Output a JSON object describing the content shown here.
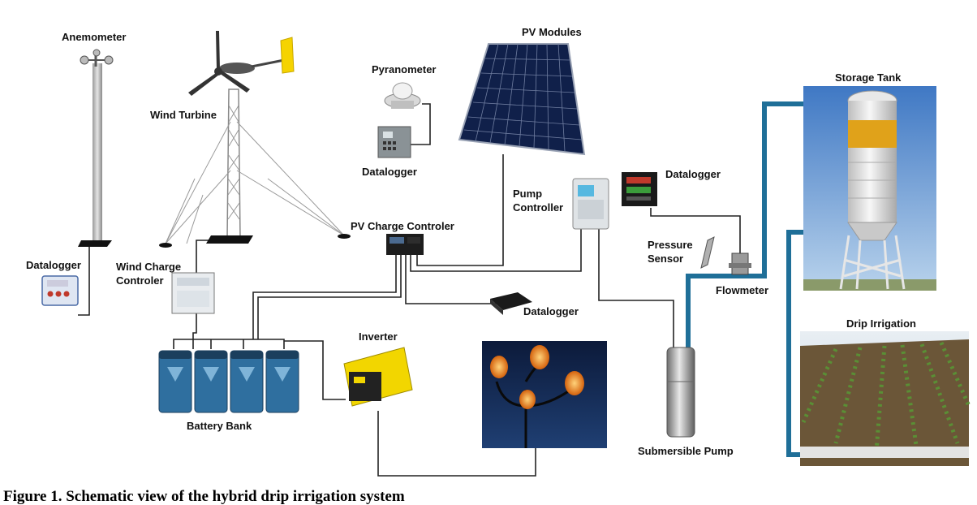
{
  "labels": {
    "anemometer": "Anemometer",
    "wind_turbine": "Wind Turbine",
    "datalogger_pyranometer": "Datalogger",
    "pyranometer": "Pyranometer",
    "pv_modules": "PV Modules",
    "storage_tank": "Storage Tank",
    "datalogger_wind": "Datalogger",
    "wind_charge_controller_line1": "Wind Charge",
    "wind_charge_controller_line2": "Controler",
    "pv_charge_controller": "PV Charge Controler",
    "pump_controller_line1": "Pump",
    "pump_controller_line2": "Controller",
    "datalogger_pump": "Datalogger",
    "pressure_sensor_line1": "Pressure",
    "pressure_sensor_line2": "Sensor",
    "flowmeter": "Flowmeter",
    "datalogger_pv": "Datalogger",
    "inverter": "Inverter",
    "battery_bank": "Battery Bank",
    "drip_irrigation": "Drip Irrigation",
    "submersible_pump": "Submersible Pump"
  },
  "caption": "Figure 1. Schematic view of the hybrid drip irrigation system",
  "colors": {
    "pipe": "#1f6f98",
    "wire": "#222222",
    "battery": "#2f6f9f",
    "inverter": "#f2d600",
    "turbine_tail": "#f5d300",
    "tank_band": "#e0a21a",
    "sky": "#5b8cc9",
    "field": "#5a8f35",
    "lamp_glow": "#f08a1c"
  }
}
